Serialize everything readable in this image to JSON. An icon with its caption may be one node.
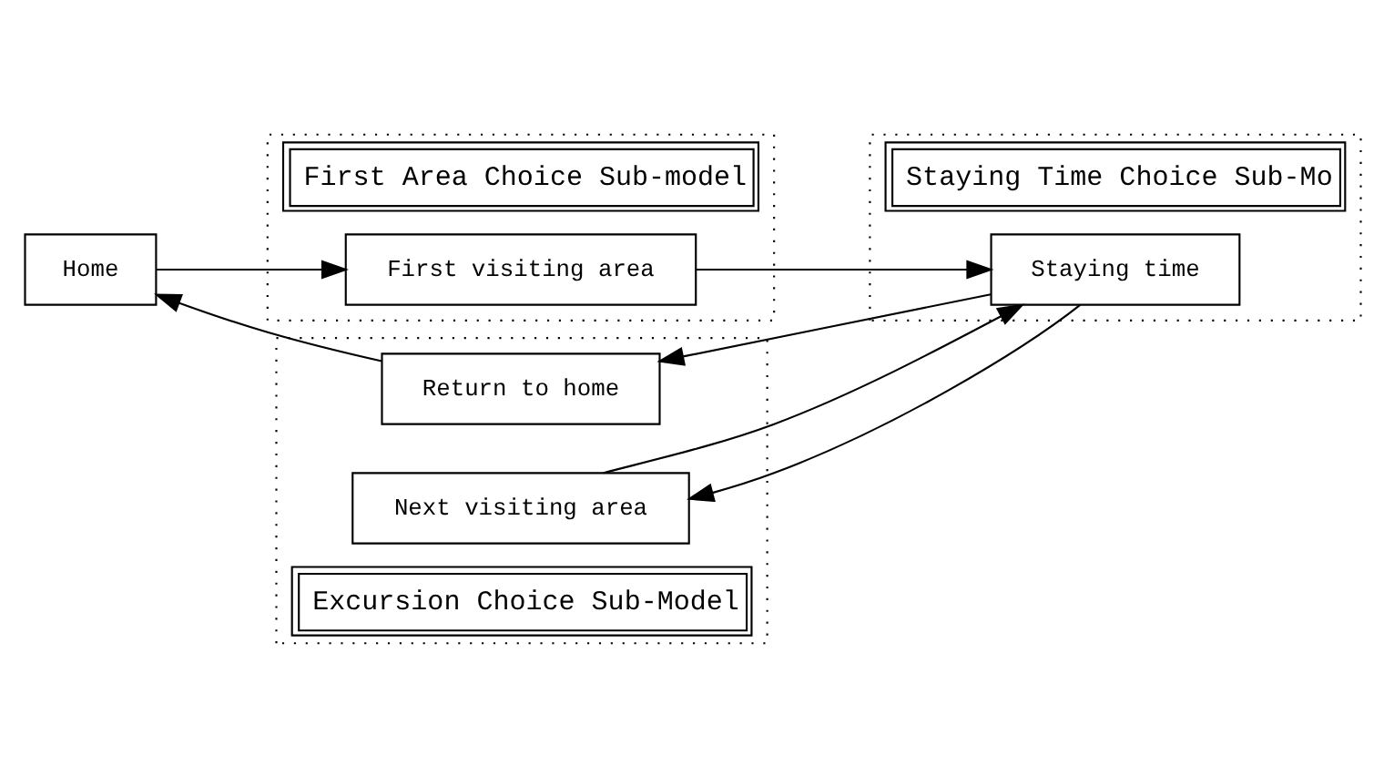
{
  "diagram": {
    "nodes": [
      {
        "text": [
          "Home"
        ]
      },
      {
        "text": [
          "First Area Choice Sub-model"
        ]
      },
      {
        "text": [
          "First visiting area"
        ],
        "in": 1
      },
      {
        "text": [
          "Excursion Choice Sub-Model"
        ]
      },
      {
        "text": [
          "Return to home"
        ],
        "in": 3
      },
      {
        "text": [
          "Next visiting area"
        ],
        "in": 3
      },
      {
        "text": [
          "Staying Time Choice Sub-Mo"
        ]
      },
      {
        "text": [
          "Staying time"
        ],
        "in": 6
      }
    ],
    "edges": [
      {
        "from": 0,
        "to": 2,
        "arrow": "to"
      },
      {
        "from": 2,
        "to": 7,
        "arrow": "to"
      },
      {
        "from": 7,
        "to": 4,
        "arrow": "to"
      },
      {
        "from": 7,
        "to": 5,
        "arrow": "to"
      },
      {
        "from": 5,
        "to": 7,
        "arrow": "to"
      },
      {
        "from": 4,
        "to": 0,
        "arrow": "to"
      }
    ]
  }
}
